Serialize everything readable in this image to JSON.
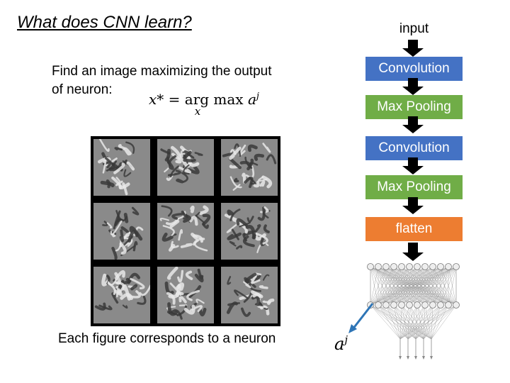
{
  "title": "What does CNN learn?",
  "description_lines": [
    "Find an image maximizing the output",
    "of neuron:"
  ],
  "formula": {
    "lhs": "x*",
    "eq": "=",
    "argmax": "arg max",
    "sub": "x",
    "var": "a",
    "sup": "j"
  },
  "caption": "Each figure corresponds to a neuron",
  "pipeline": {
    "input": "input",
    "stages": [
      {
        "label": "Convolution",
        "color": "#4472c4"
      },
      {
        "label": "Max Pooling",
        "color": "#70ad47"
      },
      {
        "label": "Convolution",
        "color": "#4472c4"
      },
      {
        "label": "Max Pooling",
        "color": "#70ad47"
      },
      {
        "label": "flatten",
        "color": "#ed7d31"
      }
    ]
  },
  "output_label": {
    "base": "a",
    "sup": "j"
  },
  "colors": {
    "arrow": "#000000",
    "output_arrow": "#2e75b6"
  }
}
